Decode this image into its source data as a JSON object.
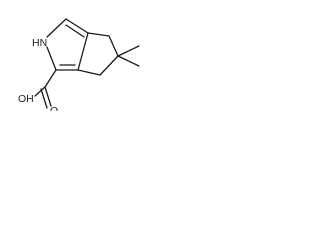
{
  "molecule": {
    "atoms": {
      "nh": "HN",
      "oh": "OH",
      "carbonyl_o": "O"
    }
  },
  "colors": {
    "bond": "#1a1a1a",
    "label": "#1a1a1a",
    "background": "#ffffff"
  }
}
